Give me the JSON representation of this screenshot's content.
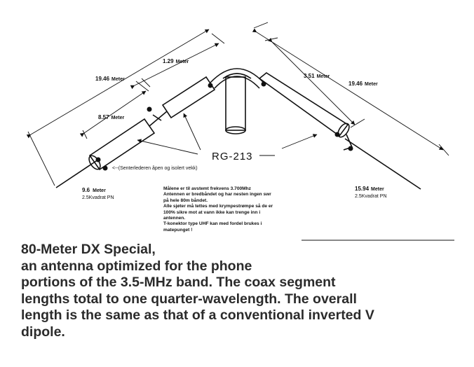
{
  "diagram": {
    "labels": {
      "left_total": "19.46",
      "left_total_unit": "Meter",
      "center_gap": "1.29",
      "center_gap_unit": "Meter",
      "left_coax": "8.57",
      "left_coax_unit": "Meter",
      "right_coax": "3.51",
      "right_coax_unit": "Meter",
      "right_total": "19.46",
      "right_total_unit": "Meter",
      "coax_type": "RG-213",
      "center_note": "<--(Senterlederen åpen og isolert vekk)",
      "left_wire": "9.6",
      "left_wire_unit": "Meter",
      "left_wire_spec": "2.5Kvadrat PN",
      "right_wire": "15.94",
      "right_wire_unit": "Meter",
      "right_wire_spec": "2.5Kvadrat PN"
    },
    "notes": [
      "Målene er til avstemt frekvens 3.700Mhz",
      "Antennen er bredbåndet og har nesten ingen swr",
      "på hele 80m båndet.",
      "Alle sjøter må tettes med krympestrømpe så de er",
      "100% sikre mot at vann ikke kan trenge inn i",
      "antennen.",
      "T-konektor type UHF kan med fordel brukes i",
      "matepunget !"
    ]
  },
  "caption": [
    "80-Meter DX Special,",
    "an antenna optimized for the phone",
    "portions of the 3.5-MHz band. The coax segment",
    "lengths total to one quarter-wavelength. The overall",
    "length is the same as that of a conventional inverted V",
    "dipole."
  ]
}
